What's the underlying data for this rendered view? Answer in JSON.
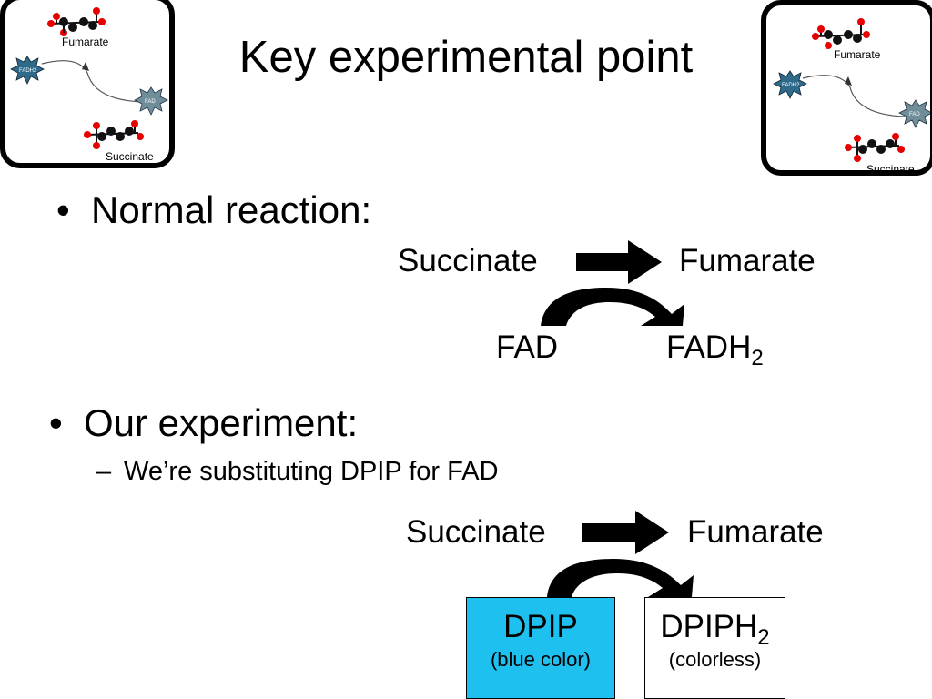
{
  "slide": {
    "title": "Key experimental point",
    "bullets": {
      "normal": "Normal reaction:",
      "experiment": "Our experiment:",
      "experiment_sub": "We’re substituting DPIP for FAD"
    },
    "normal_reaction": {
      "reactant": "Succinate",
      "product": "Fumarate",
      "cofactor_in": "FAD",
      "cofactor_out": "FADH",
      "cofactor_out_subscript": "2"
    },
    "experiment_reaction": {
      "reactant": "Succinate",
      "product": "Fumarate",
      "cofactor_in": "DPIP",
      "cofactor_in_note": "(blue color)",
      "cofactor_out": "DPIPH",
      "cofactor_out_subscript": "2",
      "cofactor_out_note": "(colorless)"
    },
    "thumbnails": {
      "top_label": "Fumarate",
      "bottom_label": "Succinate",
      "star_left_label": "FADH2",
      "star_right_label": "FAD"
    },
    "colors": {
      "dpip_box": "#1EC0F0",
      "star_left": "#2E6A8A",
      "star_right": "#6F8E9A",
      "oxygen": "#E60000",
      "carbon": "#111111"
    }
  }
}
